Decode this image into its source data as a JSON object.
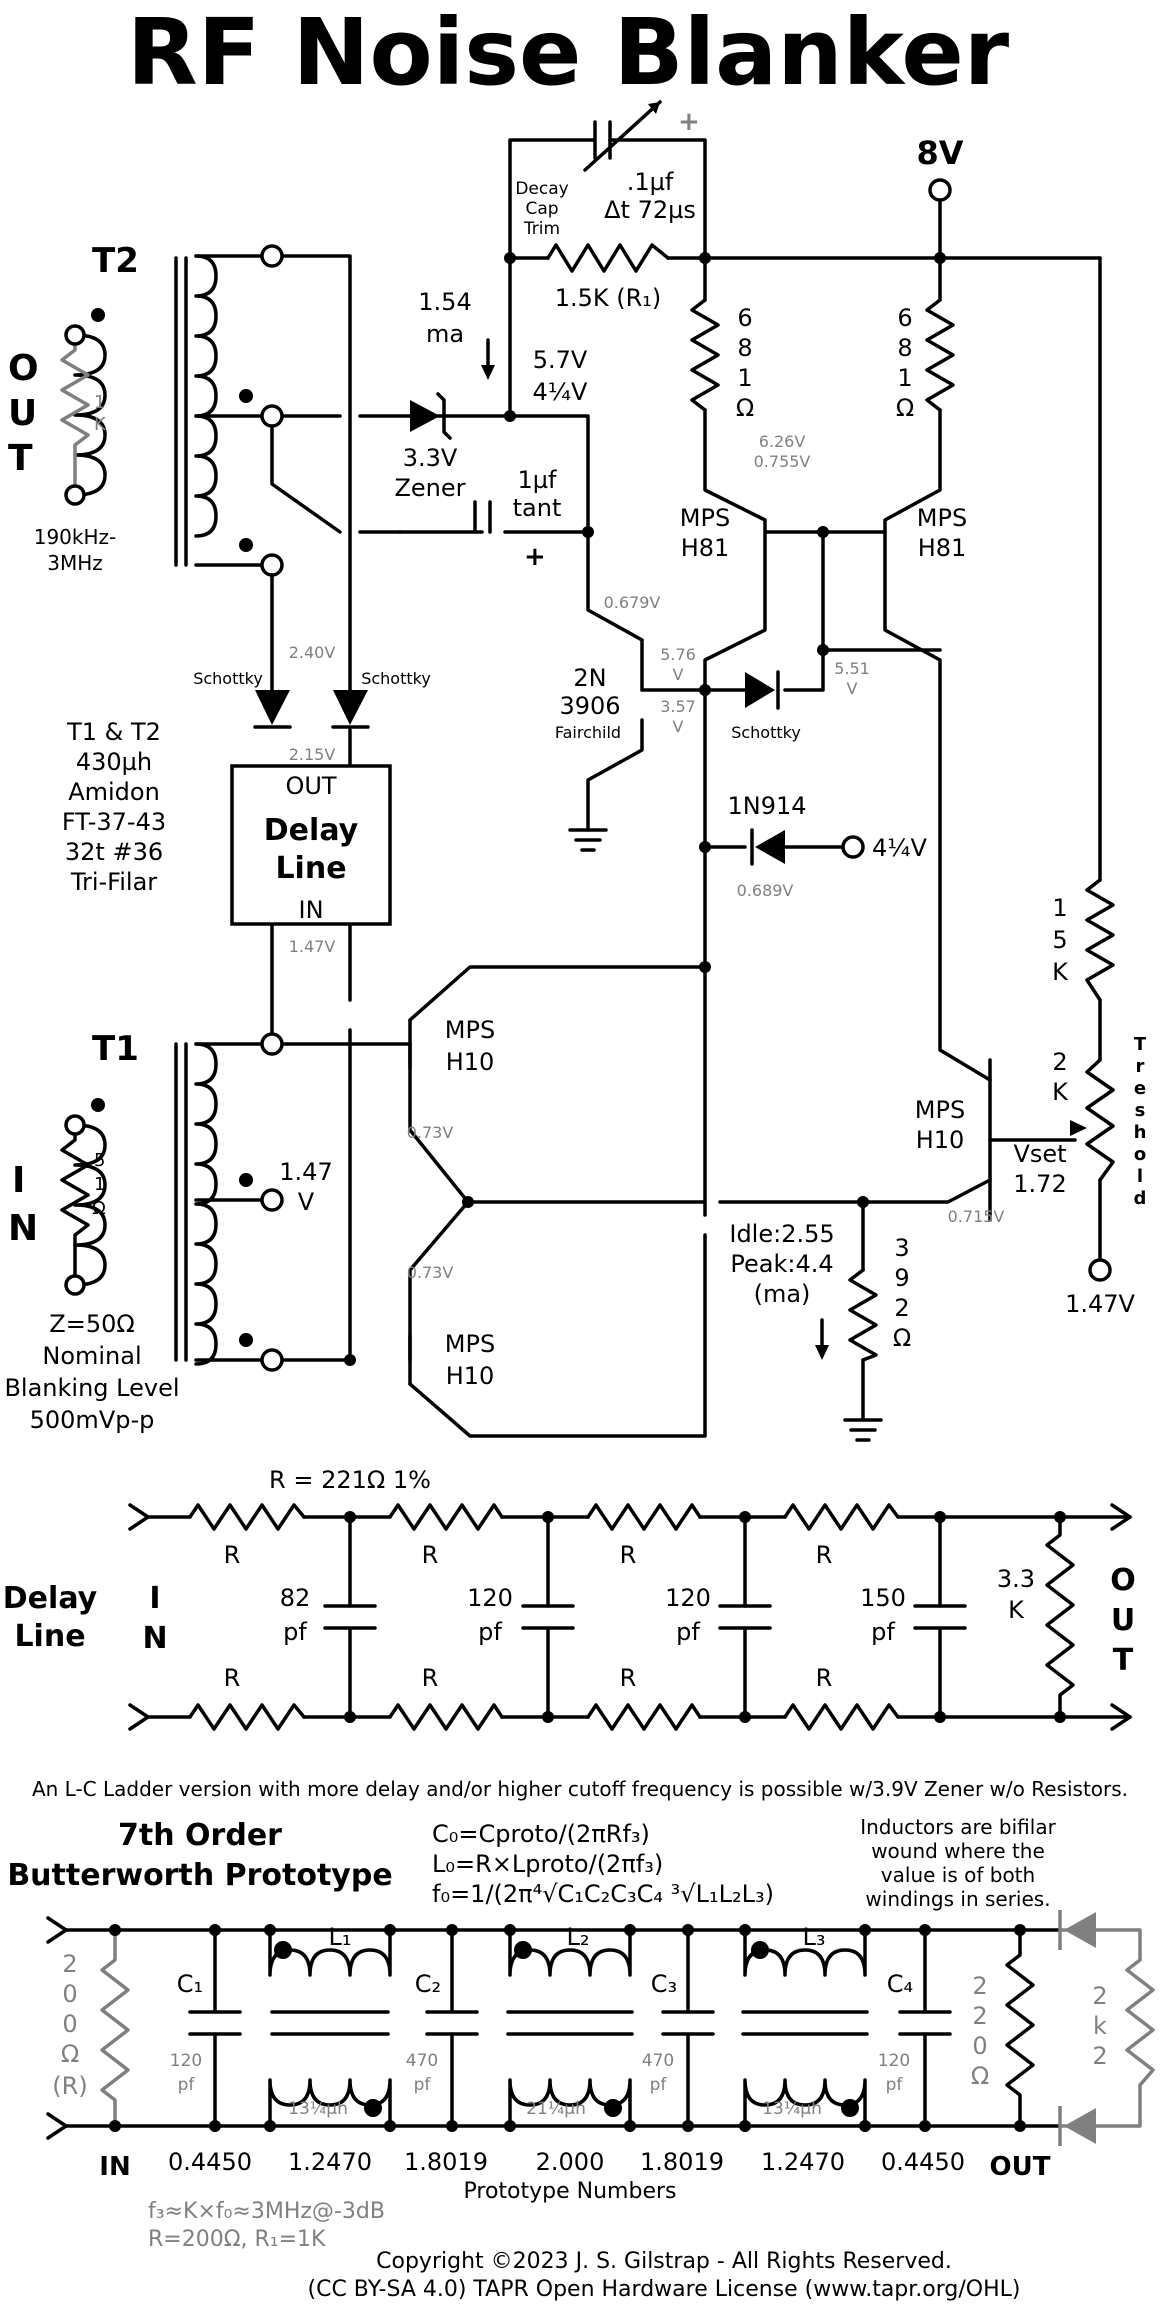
{
  "title": "RF Noise Blanker",
  "circuit": {
    "t2": "T2",
    "out_letters": [
      "O",
      "U",
      "T"
    ],
    "t2_load_letters": [
      "1",
      "K"
    ],
    "t2_freq": [
      "190kHz-",
      "3MHz"
    ],
    "decay_cap": [
      "Decay",
      "Cap",
      "Trim"
    ],
    "cap_01": [
      ".1µf",
      "Δt 72µs"
    ],
    "supply": "8V",
    "r1": "1.5K (R₁)",
    "current_154": [
      "1.54",
      "ma"
    ],
    "v57": [
      "5.7V",
      "4¼V"
    ],
    "zener": [
      "3.3V",
      "Zener"
    ],
    "tant": [
      "1µf",
      "tant"
    ],
    "plus": "+",
    "r681_digits": [
      "6",
      "8",
      "1",
      "Ω"
    ],
    "v626": [
      "6.26V",
      "0.755V"
    ],
    "q_h81": [
      "MPS",
      "H81"
    ],
    "v0679": "0.679V",
    "q_2n3906": [
      "2N",
      "3906",
      "Fairchild"
    ],
    "v576": [
      "5.76",
      "V"
    ],
    "v357": [
      "3.57",
      "V"
    ],
    "v551": [
      "5.51",
      "V"
    ],
    "schottky": "Schottky",
    "v240": "2.40V",
    "v215": "2.15V",
    "delay_box": [
      "OUT",
      "Delay",
      "Line",
      "IN"
    ],
    "v147g": "1.47V",
    "transformer_note": [
      "T1 & T2",
      "430µh",
      "Amidon",
      "FT-37-43",
      "32t #36",
      "Tri-Filar"
    ],
    "d1n914": "1N914",
    "v414": "4¼V",
    "v0689": "0.689V",
    "r15k": [
      "1",
      "5",
      "K"
    ],
    "t1": "T1",
    "in_letters": [
      "I",
      "N"
    ],
    "t1_load_letters": [
      "5",
      "1",
      "Ω"
    ],
    "v147": [
      "1.47",
      "V"
    ],
    "q_h10": [
      "MPS",
      "H10"
    ],
    "v073": "0.73V",
    "v0715": "0.715V",
    "pot": [
      "2",
      "K"
    ],
    "treshold": [
      "T",
      "r",
      "e",
      "s",
      "h",
      "o",
      "l",
      "d"
    ],
    "vset": [
      "Vset",
      "1.72"
    ],
    "idle": [
      "Idle:2.55",
      "Peak:4.4",
      "(ma)"
    ],
    "r392": [
      "3",
      "9",
      "2",
      "Ω"
    ],
    "v147b": "1.47V",
    "z50": [
      "Z=50Ω",
      "Nominal",
      "Blanking Level",
      "500mVp-p"
    ]
  },
  "delay_line": {
    "title": [
      "Delay",
      "Line"
    ],
    "in_letters": [
      "I",
      "N"
    ],
    "out_letters": [
      "O",
      "U",
      "T"
    ],
    "r_note": "R = 221Ω 1%",
    "r_label": "R",
    "caps": [
      [
        "82",
        "pf"
      ],
      [
        "120",
        "pf"
      ],
      [
        "120",
        "pf"
      ],
      [
        "150",
        "pf"
      ]
    ],
    "term": [
      "3.3",
      "K"
    ]
  },
  "note": "An L-C Ladder version with more delay and/or higher cutoff frequency is possible w/3.9V Zener w/o Resistors.",
  "butterworth": {
    "title": [
      "7th Order",
      "Butterworth Prototype"
    ],
    "formulas": [
      "C₀=Cproto/(2πRf₃)",
      "L₀=R×Lproto/(2πf₃)",
      "f₀=1/(2π⁴√C₁C₂C₃C₄ ³√L₁L₂L₃)"
    ],
    "bifilar": [
      "Inductors are bifilar",
      "wound where the",
      "value is of both",
      "windings in series."
    ],
    "rin": [
      "2",
      "0",
      "0",
      "Ω",
      "(R)"
    ],
    "caps": [
      "C₁",
      "C₂",
      "C₃",
      "C₄"
    ],
    "cap_vals": [
      [
        "120",
        "pf"
      ],
      [
        "470",
        "pf"
      ],
      [
        "470",
        "pf"
      ],
      [
        "120",
        "pf"
      ]
    ],
    "inductors": [
      "L₁",
      "L₂",
      "L₃"
    ],
    "ind_vals": [
      "13¼µh",
      "21¼µh",
      "13¼µh"
    ],
    "rout": [
      "2",
      "2",
      "0",
      "Ω"
    ],
    "r2k2": [
      "2",
      "k",
      "2"
    ],
    "in_label": "IN",
    "out_label": "OUT",
    "proto_numbers": [
      "0.4450",
      "1.2470",
      "1.8019",
      "2.000",
      "1.8019",
      "1.2470",
      "0.4450"
    ],
    "proto_caption": "Prototype Numbers",
    "footnote": [
      "f₃≈K×f₀≈3MHz@-3dB",
      "R=200Ω, R₁=1K"
    ]
  },
  "copyright": [
    "Copyright ©2023 J. S. Gilstrap - All Rights Reserved.",
    "(CC BY-SA 4.0) TAPR Open Hardware License (www.tapr.org/OHL)"
  ]
}
